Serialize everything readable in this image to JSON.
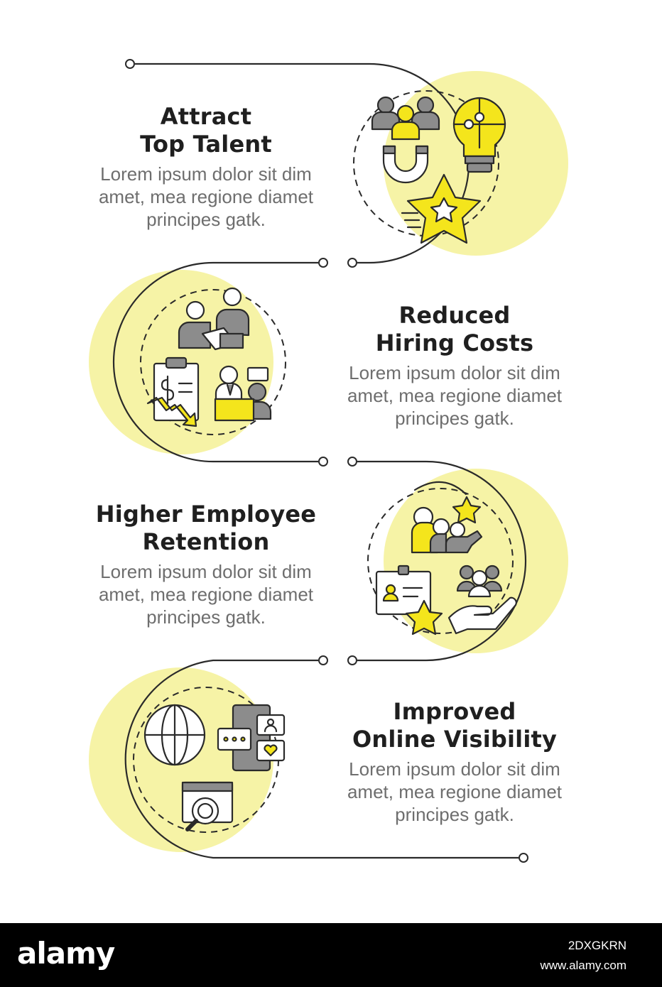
{
  "colors": {
    "accent": "#f6f3a6",
    "accent_strong": "#f4e51c",
    "icon_gray": "#8c8c8c",
    "line": "#2a2a2a",
    "text_dark": "#1f1f1f",
    "text_muted": "#6e6e6e"
  },
  "items": [
    {
      "title": "Attract\nTop Talent",
      "desc": [
        "Lorem ipsum dolor sit dim",
        "amet, mea regione diamet",
        "principes gatk."
      ],
      "icons": [
        "people-magnet-icon",
        "puzzle-lightbulb-icon",
        "star-icon"
      ]
    },
    {
      "title": "Reduced\nHiring Costs",
      "desc": [
        "Lorem ipsum dolor sit dim",
        "amet, mea regione diamet",
        "principes gatk."
      ],
      "icons": [
        "handshake-icon",
        "invoice-down-icon",
        "interview-icon"
      ]
    },
    {
      "title": "Higher Employee\nRetention",
      "desc": [
        "Lorem ipsum dolor sit dim",
        "amet, mea regione diamet",
        "principes gatk."
      ],
      "icons": [
        "team-star-icon",
        "id-badge-star-icon",
        "care-hand-icon"
      ]
    },
    {
      "title": "Improved\nOnline Visibility",
      "desc": [
        "Lorem ipsum dolor sit dim",
        "amet, mea regione diamet",
        "principes gatk."
      ],
      "icons": [
        "globe-icon",
        "social-phone-icon",
        "web-search-icon"
      ]
    }
  ],
  "footer": {
    "brand": "alamy",
    "image_id": "2DXGKRN",
    "site": "www.alamy.com"
  }
}
